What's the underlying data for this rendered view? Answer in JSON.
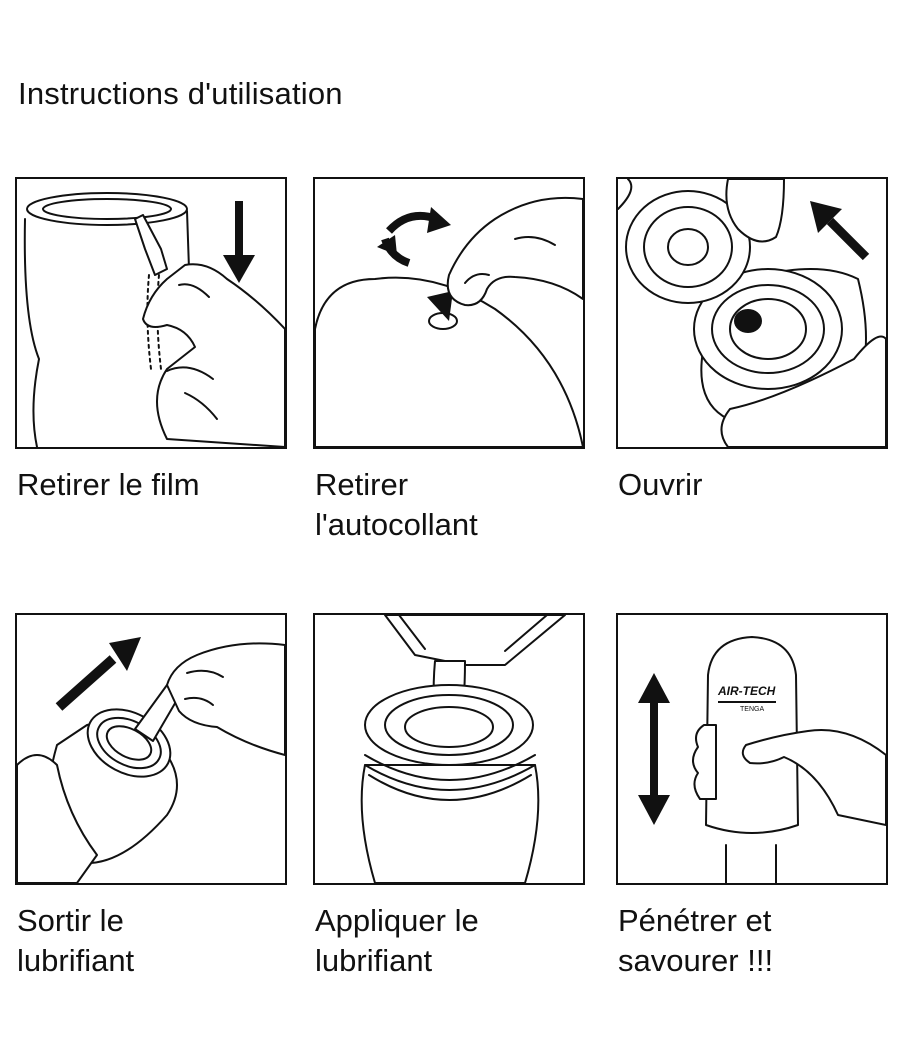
{
  "title": "Instructions d'utilisation",
  "steps": [
    {
      "caption": "Retirer le film",
      "icon": "arrow-down-icon"
    },
    {
      "caption": "Retirer\nl'autocollant",
      "icon": "rotate-arrow-icon"
    },
    {
      "caption": "Ouvrir",
      "icon": "arrow-up-left-icon"
    },
    {
      "caption": "Sortir le\nlubrifiant",
      "icon": "arrow-up-right-icon"
    },
    {
      "caption": "Appliquer le\nlubrifiant",
      "icon": "lubricant-stream-icon"
    },
    {
      "caption": "Pénétrer et\nsavourer !!!",
      "icon": "arrow-up-down-icon"
    }
  ],
  "product_logo": {
    "brand": "AIR-TECH",
    "sub": "TENGA"
  },
  "colors": {
    "ink": "#111111",
    "background": "#ffffff"
  }
}
